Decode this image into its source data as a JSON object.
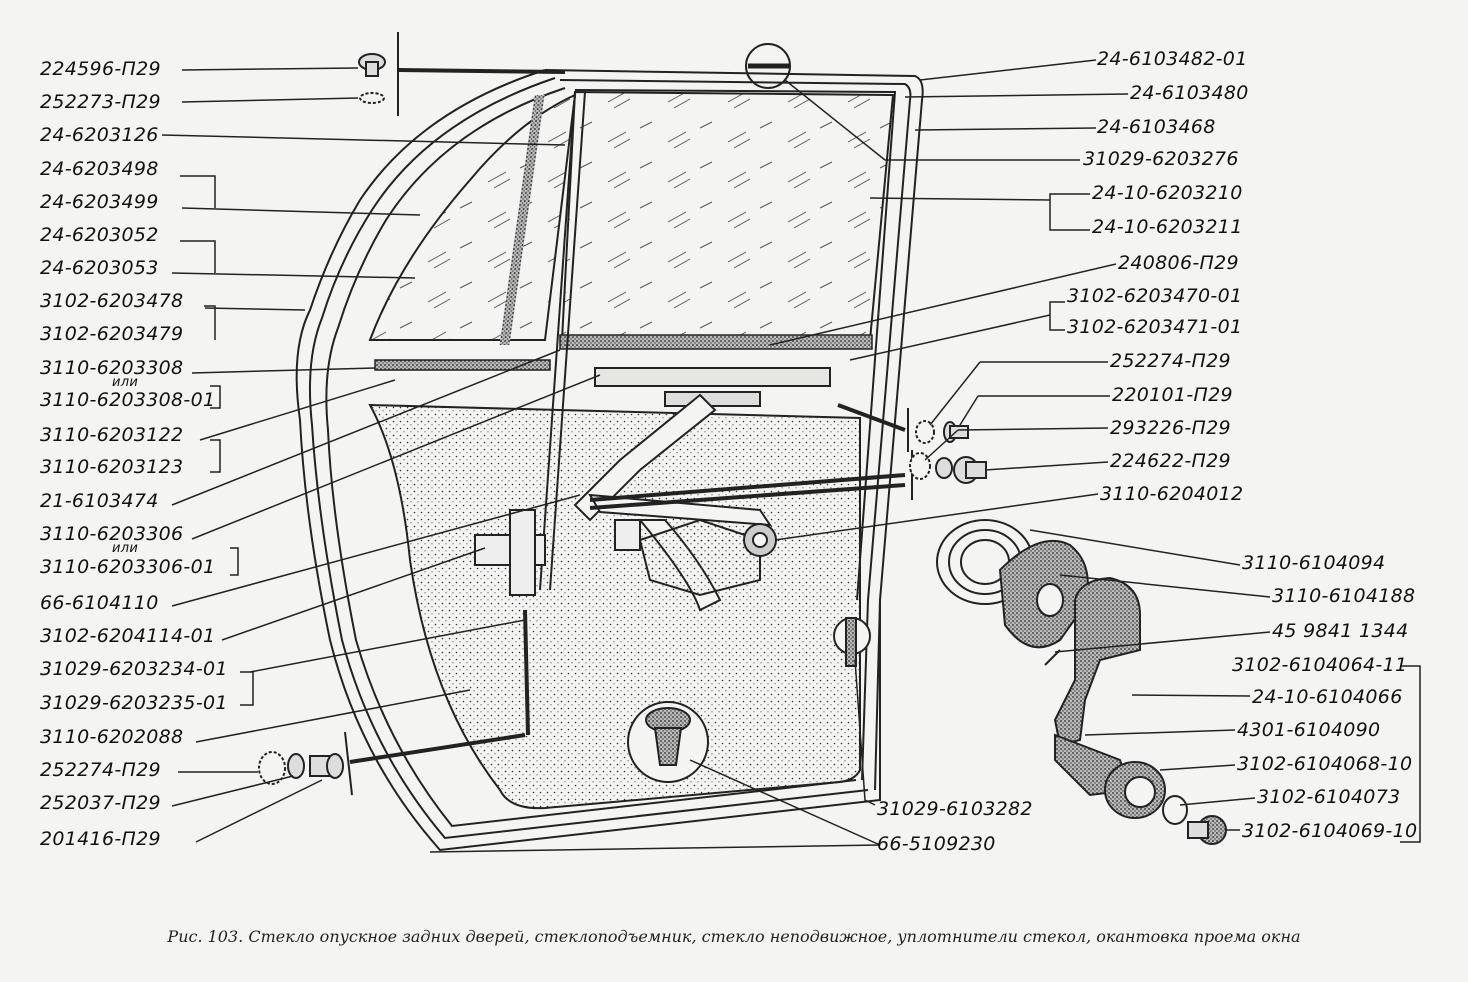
{
  "caption": "Рис. 103. Стекло опускное задних дверей, стеклоподъемник, стекло неподвижное, уплотнители стекол, окантовка проема окна",
  "labels_left": [
    "224596-П29",
    "252273-П29",
    "24-6203126",
    "24-6203498",
    "24-6203499",
    "24-6203052",
    "24-6203053",
    "3102-6203478",
    "3102-6203479",
    "3110-6203308",
    "3110-6203308-01",
    "3110-6203122",
    "3110-6203123",
    "21-6103474",
    "3110-6203306",
    "3110-6203306-01",
    "66-6104110",
    "3102-6204114-01",
    "31029-6203234-01",
    "31029-6203235-01",
    "3110-6202088",
    "252274-П29",
    "252037-П29",
    "201416-П29"
  ],
  "labels_right": [
    "24-6103482-01",
    "24-6103480",
    "24-6103468",
    "31029-6203276",
    "24-10-6203210",
    "24-10-6203211",
    "240806-П29",
    "3102-6203470-01",
    "3102-6203471-01",
    "252274-П29",
    "220101-П29",
    "293226-П29",
    "224622-П29",
    "3110-6204012",
    "3110-6104094",
    "3110-6104188",
    "45 9841 1344",
    "3102-6104064-11",
    "24-10-6104066",
    "4301-6104090",
    "3102-6104068-10",
    "3102-6104073",
    "3102-6104069-10"
  ],
  "labels_bottom": [
    "31029-6103282",
    "66-5109230"
  ],
  "ili": "или"
}
